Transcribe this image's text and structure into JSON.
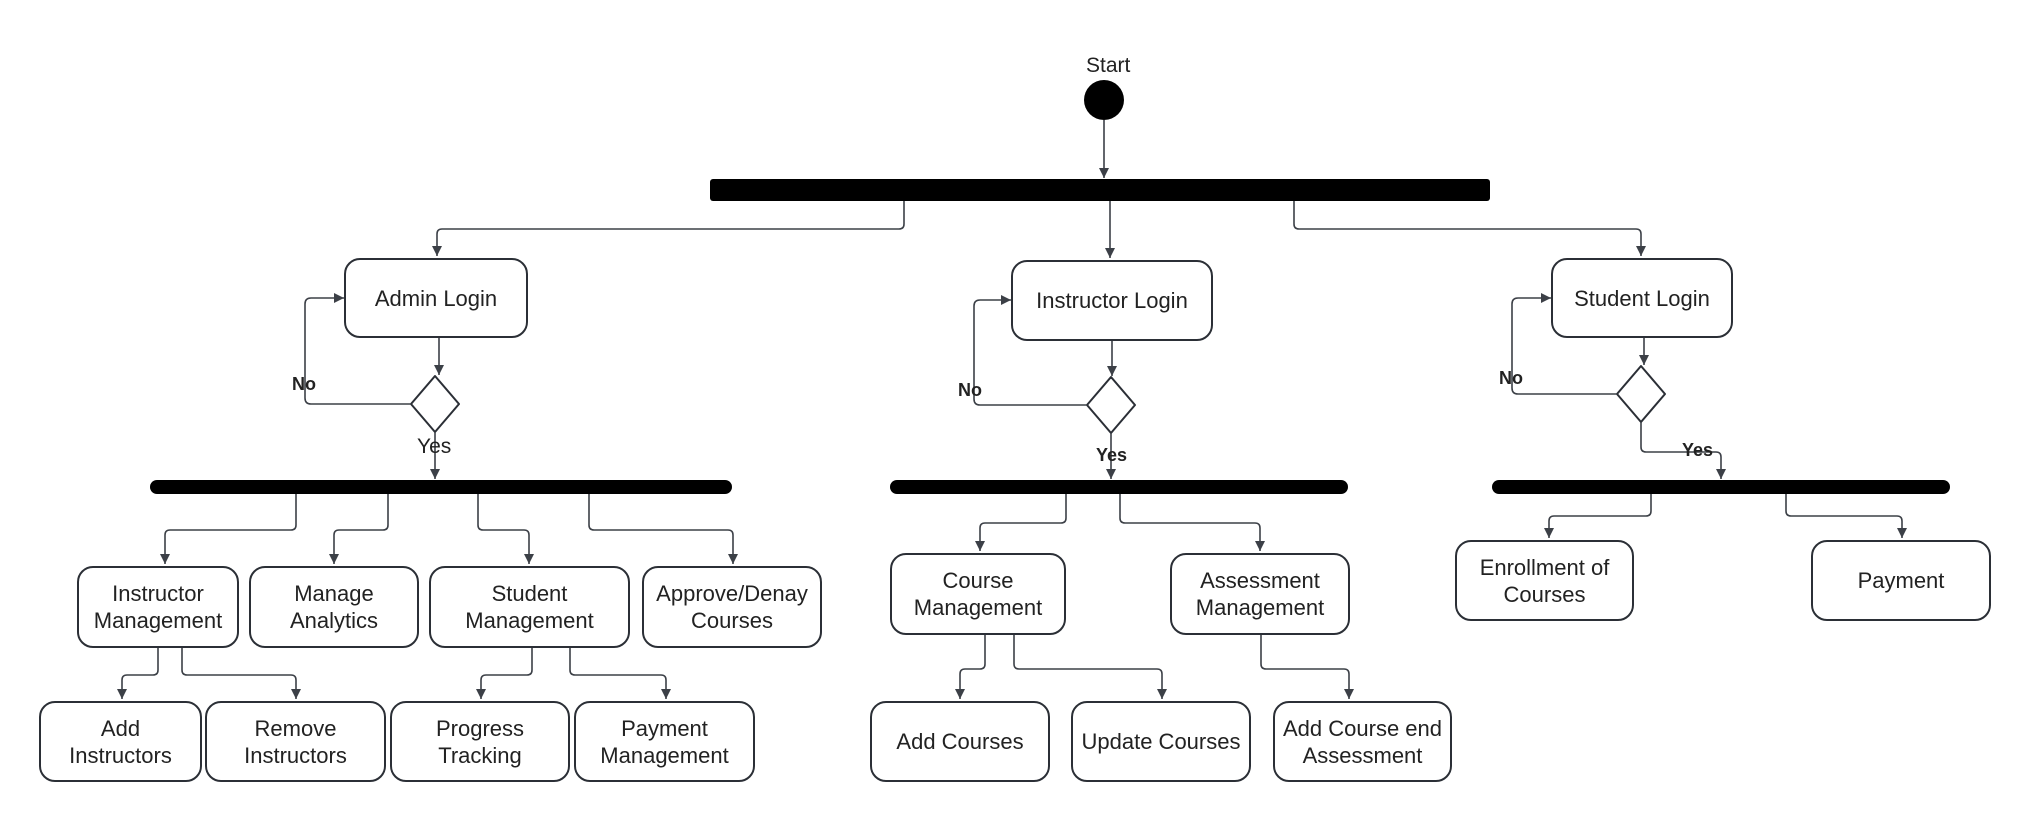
{
  "start_label": "Start",
  "nodes": {
    "admin_login": "Admin Login",
    "instructor_login": "Instructor Login",
    "student_login": "Student Login",
    "instructor_management": "Instructor\nManagement",
    "manage_analytics": "Manage\nAnalytics",
    "student_management": "Student\nManagement",
    "approve_deny_courses": "Approve/Denay\nCourses",
    "add_instructors": "Add\nInstructors",
    "remove_instructors": "Remove\nInstructors",
    "progress_tracking": "Progress\nTracking",
    "payment_management": "Payment\nManagement",
    "course_management": "Course\nManagement",
    "assessment_management": "Assessment\nManagement",
    "add_courses": "Add Courses",
    "update_courses": "Update Courses",
    "add_course_end_assessment": "Add Course end\nAssessment",
    "enrollment_of_courses": "Enrollment of\nCourses",
    "payment": "Payment"
  },
  "labels": {
    "admin_no": "No",
    "admin_yes": "Yes",
    "instructor_no": "No",
    "instructor_yes": "Yes",
    "student_no": "No",
    "student_yes": "Yes"
  }
}
